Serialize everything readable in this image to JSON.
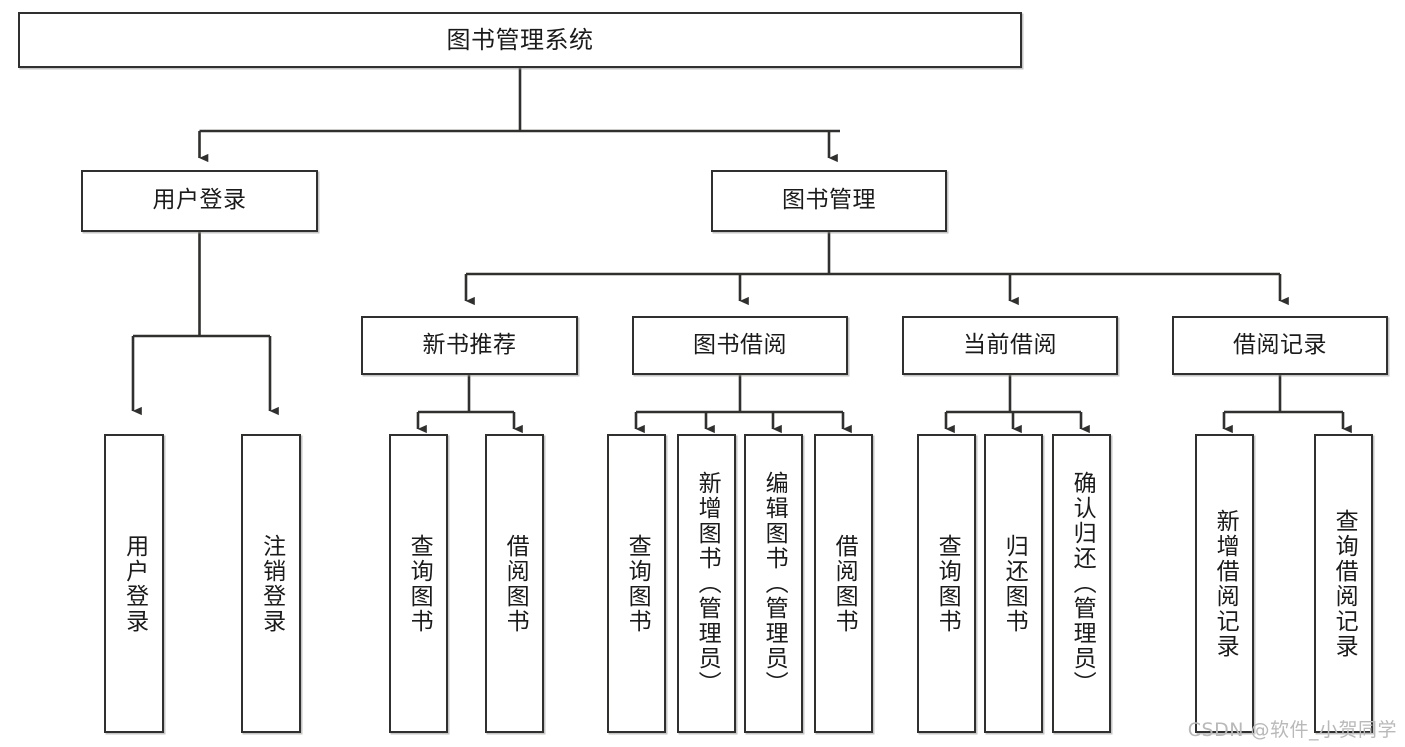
{
  "diagram": {
    "type": "tree-hierarchy",
    "title": "图书管理系统",
    "watermark": "CSDN @软件_小贺同学",
    "line_color": "#30302f",
    "box_fill": "#ffffff",
    "text_color": "#1b1b1b",
    "root": {
      "label": "图书管理系统"
    },
    "level2": [
      {
        "label": "用户登录"
      },
      {
        "label": "图书管理"
      }
    ],
    "level3": [
      {
        "label": "新书推荐"
      },
      {
        "label": "图书借阅"
      },
      {
        "label": "当前借阅"
      },
      {
        "label": "借阅记录"
      }
    ],
    "leaves": {
      "user_login": [
        {
          "label": "用户登录"
        },
        {
          "label": "注销登录"
        }
      ],
      "new_book_recommend": [
        {
          "label": "查询图书"
        },
        {
          "label": "借阅图书"
        }
      ],
      "book_borrow": [
        {
          "label": "查询图书"
        },
        {
          "label": "新增图书（管理员）"
        },
        {
          "label": "编辑图书（管理员）"
        },
        {
          "label": "借阅图书"
        }
      ],
      "current_borrow": [
        {
          "label": "查询图书"
        },
        {
          "label": "归还图书"
        },
        {
          "label": "确认归还（管理员）"
        }
      ],
      "borrow_record": [
        {
          "label": "新增借阅记录"
        },
        {
          "label": "查询借阅记录"
        }
      ]
    }
  }
}
